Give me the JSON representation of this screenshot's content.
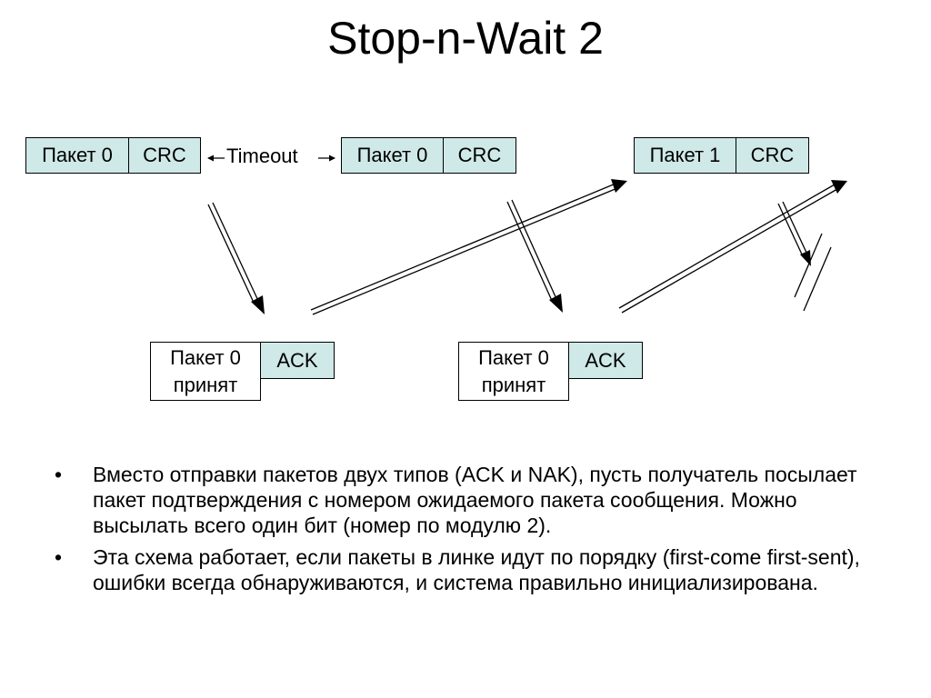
{
  "title": "Stop-n-Wait 2",
  "diagram": {
    "packet_a": {
      "label": "Пакет 0",
      "crc": "CRC"
    },
    "timeout_label": "Timeout",
    "packet_b": {
      "label": "Пакет 0",
      "crc": "CRC"
    },
    "packet_c": {
      "label": "Пакет 1",
      "crc": "CRC"
    },
    "ack_1": {
      "line1": "Пакет 0",
      "line2": "принят",
      "ack": "ACK"
    },
    "ack_2": {
      "line1": "Пакет 0",
      "line2": "принят",
      "ack": "ACK"
    }
  },
  "bullets": [
    "Вместо отправки пакетов двух типов (ACK и NAK), пусть получатель посылает пакет подтверждения с номером ожидаемого пакета сообщения. Можно высылать всего один бит (номер по модулю 2).",
    "Эта схема работает, если пакеты в линке идут по порядку (first-come first-sent), ошибки всегда обнаруживаются, и система правильно инициализирована."
  ]
}
